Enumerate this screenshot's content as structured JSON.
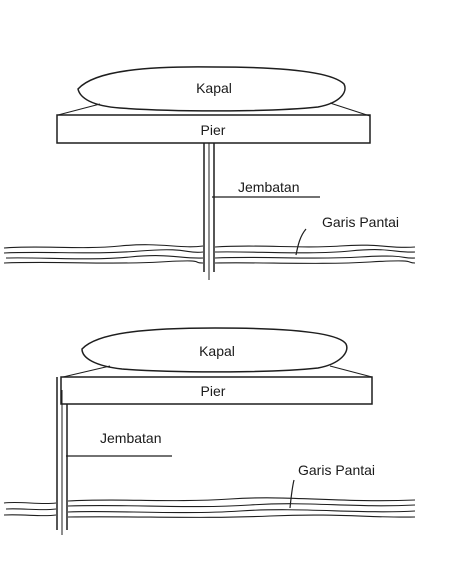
{
  "figures": [
    {
      "ship_label": "Kapal",
      "pier_label": "Pier",
      "bridge_label": "Jembatan",
      "shoreline_label": "Garis Pantai"
    },
    {
      "ship_label": "Kapal",
      "pier_label": "Pier",
      "bridge_label": "Jembatan",
      "shoreline_label": "Garis Pantai"
    }
  ]
}
